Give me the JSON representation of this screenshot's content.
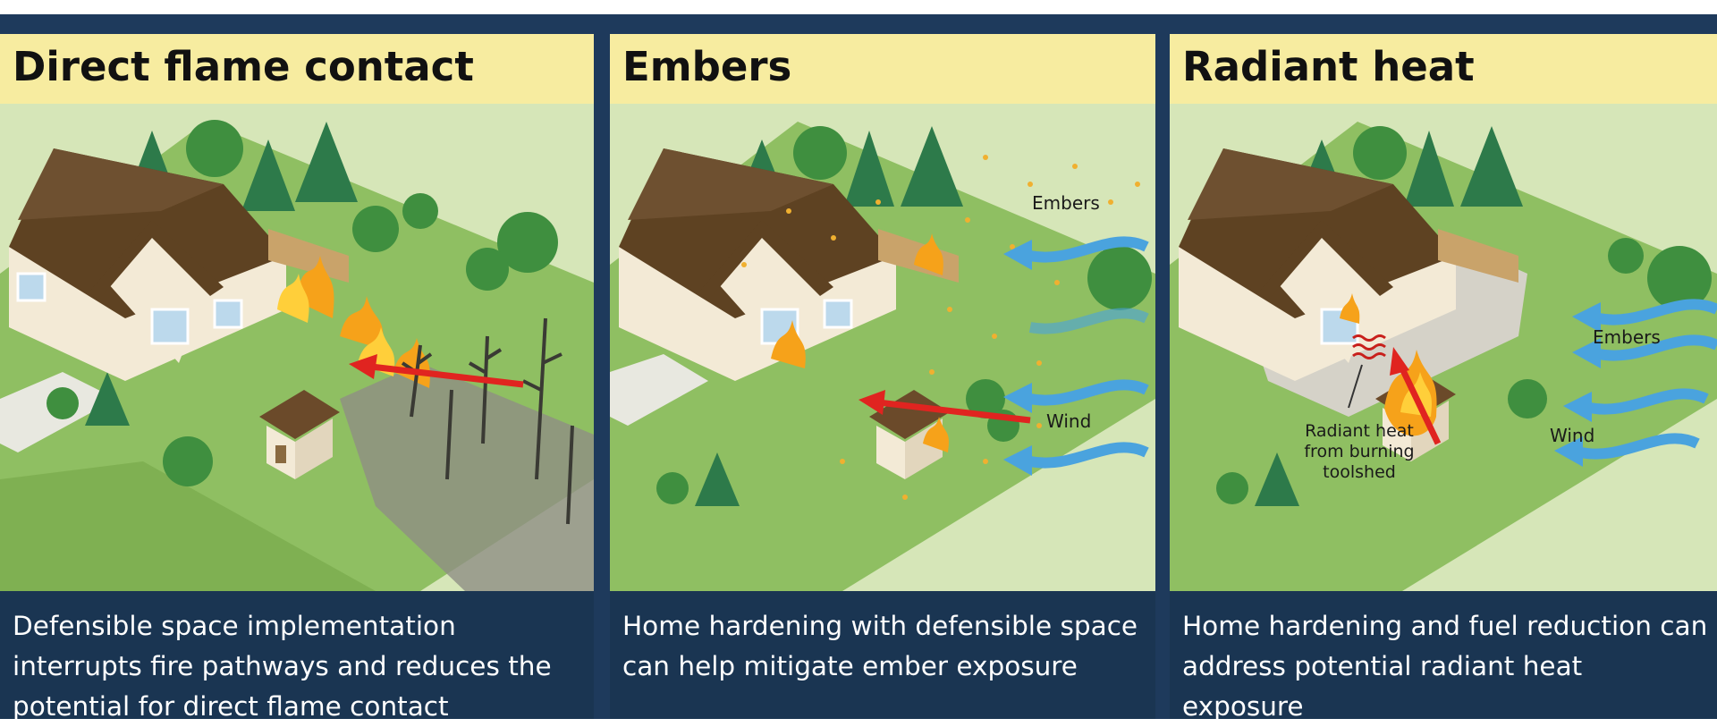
{
  "panels": [
    {
      "title": "Direct flame contact",
      "caption": "Defensible space implementation interrupts fire pathways and reduces the potential for direct flame contact",
      "labels": {}
    },
    {
      "title": "Embers",
      "caption": "Home hardening with defensible space can help mitigate ember exposure",
      "labels": {
        "embers": "Embers",
        "wind": "Wind"
      }
    },
    {
      "title": "Radiant heat",
      "caption": "Home hardening and fuel reduction can address potential radiant heat exposure",
      "labels": {
        "embers": "Embers",
        "wind": "Wind",
        "radiant_line1": "Radiant heat",
        "radiant_line2": "from burning",
        "radiant_line3": "toolshed"
      }
    }
  ],
  "colors": {
    "header_bg": "#f7eca0",
    "frame_bg": "#1e3a5c",
    "caption_bg": "#1a3552",
    "lawn": "#8fbf62",
    "background_field": "#d6e6b8",
    "roof": "#5e4222",
    "fire": "#f6a21a",
    "arrow_red": "#e02420",
    "wind_blue": "#4aa3de"
  },
  "icons": [
    "house-icon",
    "toolshed-icon",
    "tree-icon",
    "flame-icon",
    "arrow-icon",
    "wind-icon",
    "ember-icon"
  ]
}
